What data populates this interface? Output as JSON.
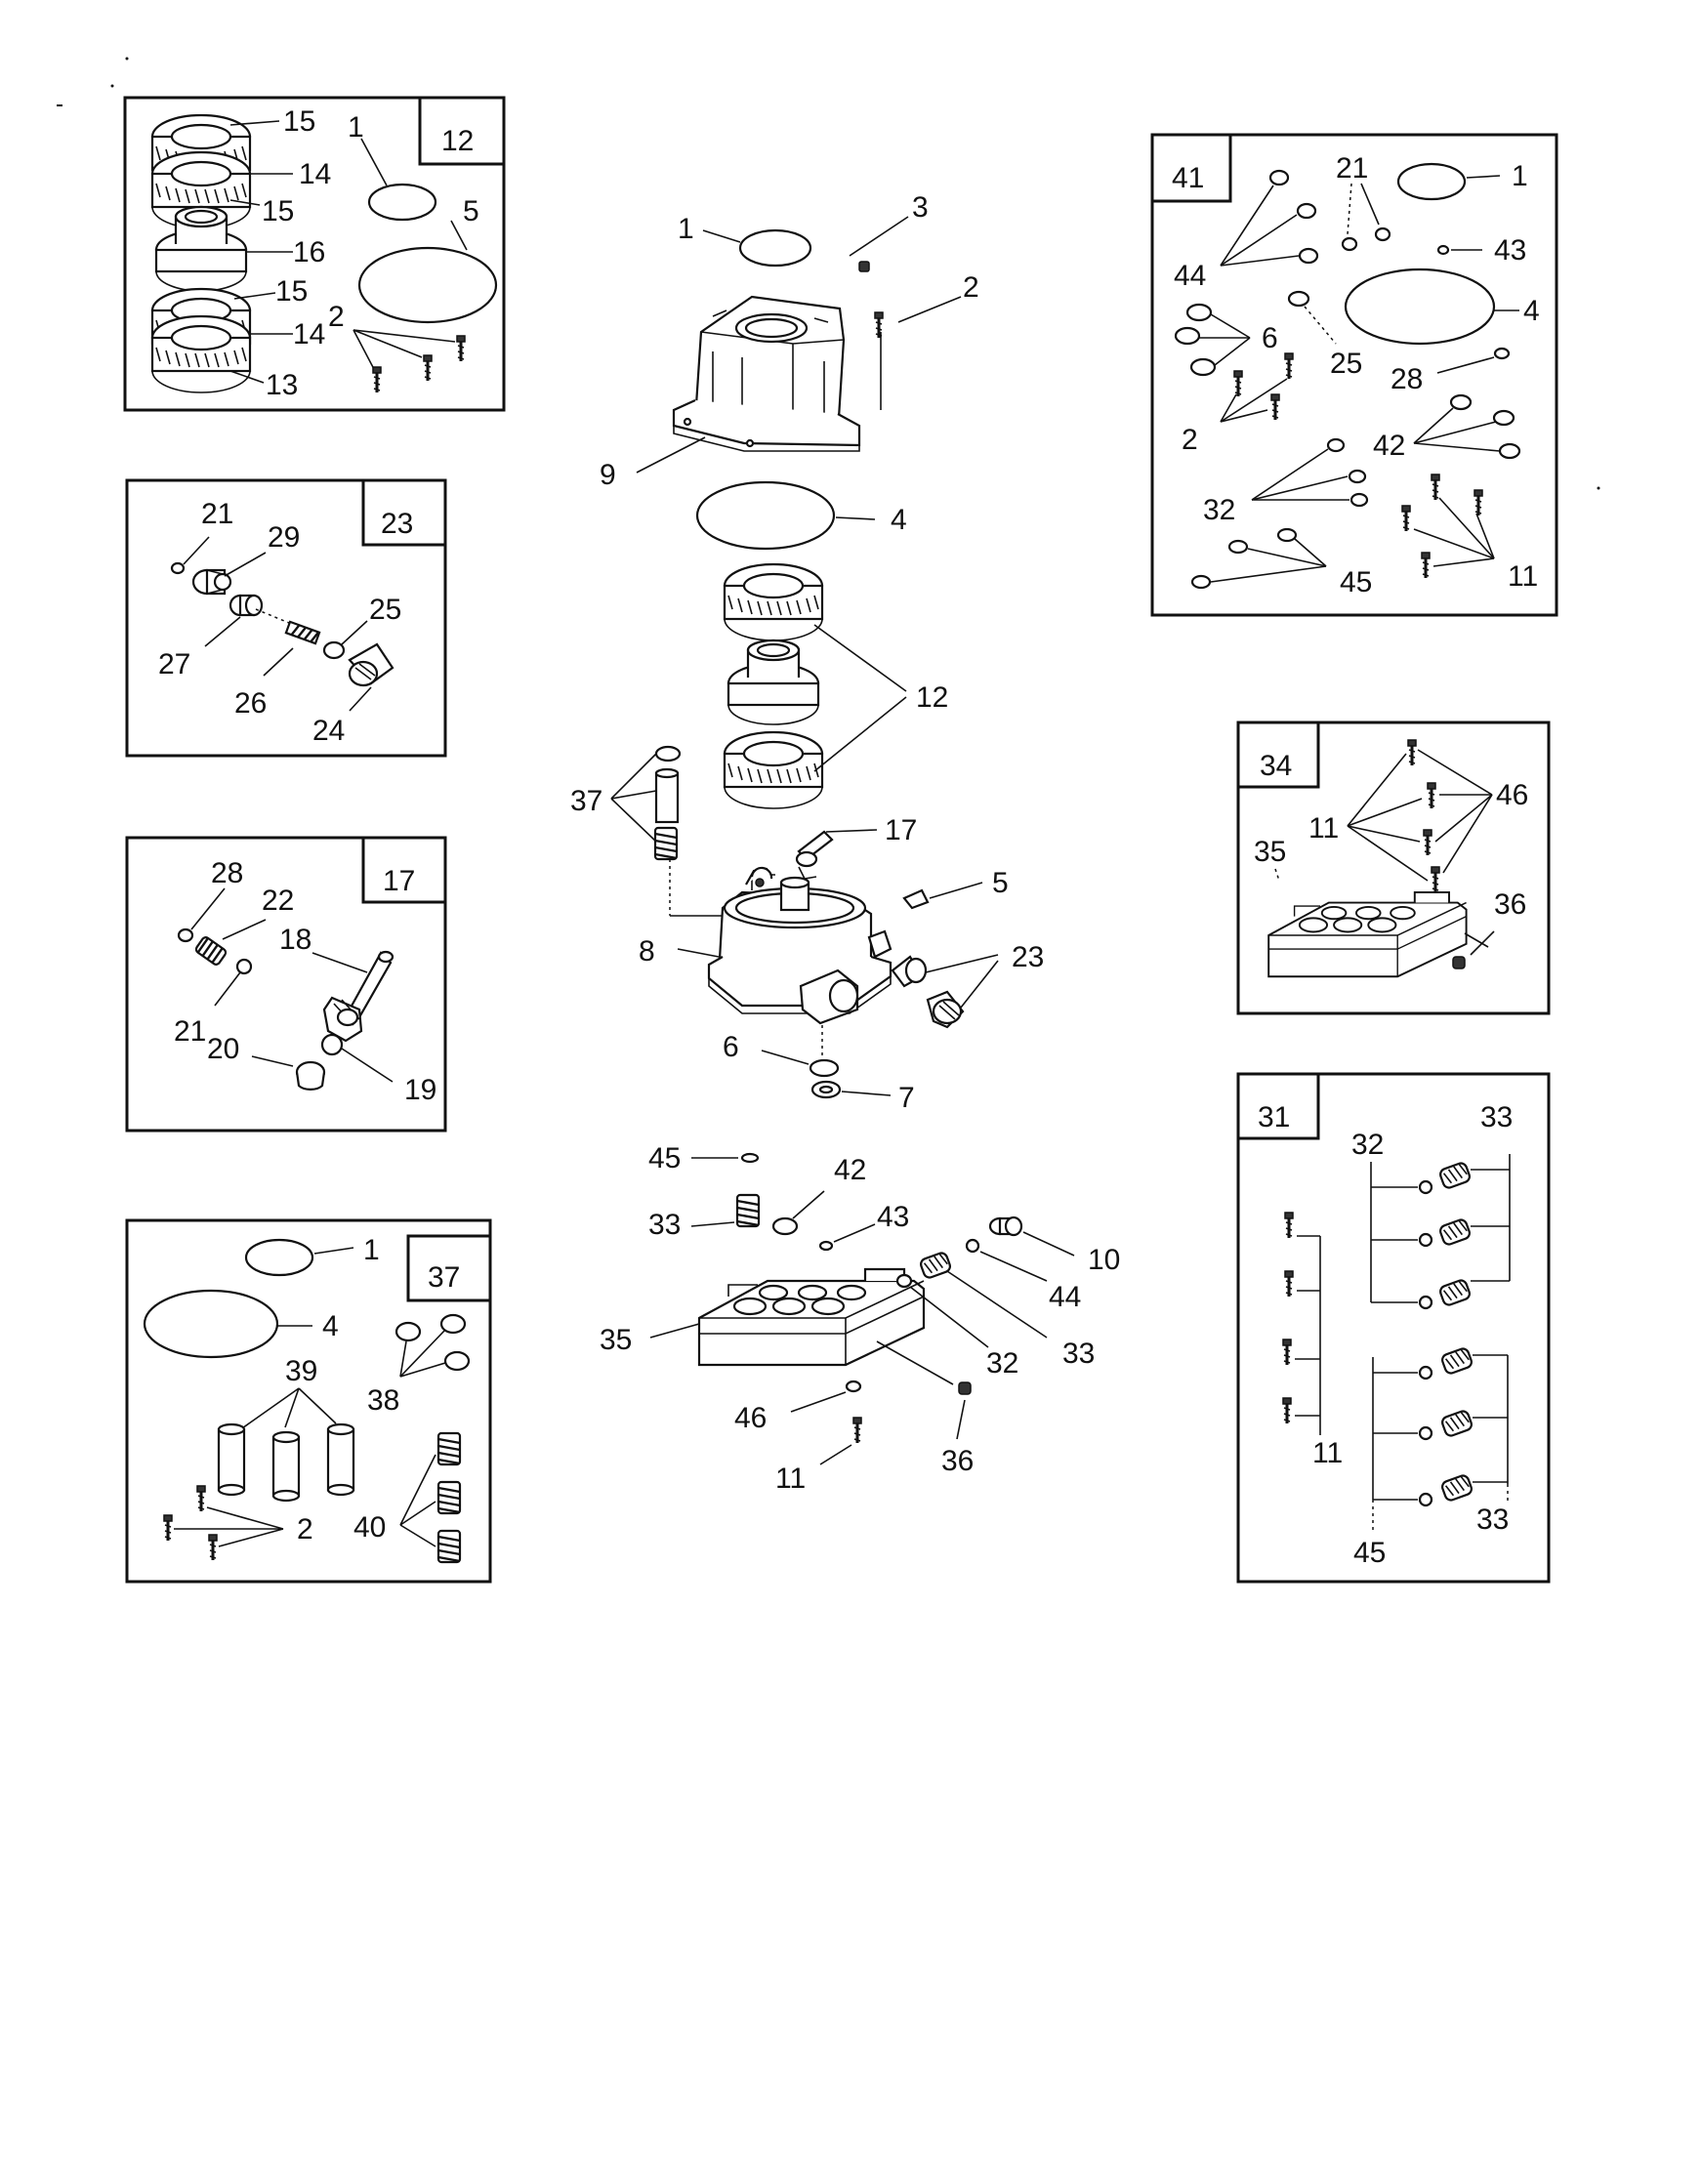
{
  "callouts": {
    "main": {
      "n1": "1",
      "n3": "3",
      "n2": "2",
      "n9": "9",
      "n4": "4",
      "n12": "12",
      "n37": "37",
      "n17": "17",
      "n5": "5",
      "n8": "8",
      "n23": "23",
      "n6": "6",
      "n7": "7",
      "n45": "45",
      "n42": "42",
      "n43": "43",
      "n33a": "33",
      "n10": "10",
      "n44": "44",
      "n33b": "33",
      "n35": "35",
      "n32": "32",
      "n46": "46",
      "n36": "36",
      "n11": "11"
    },
    "kit12": {
      "box": "12",
      "n15a": "15",
      "n14a": "14",
      "n15b": "15",
      "n16": "16",
      "n15c": "15",
      "n14b": "14",
      "n13": "13",
      "n1": "1",
      "n5": "5",
      "n2": "2"
    },
    "kit23": {
      "box": "23",
      "n21": "21",
      "n29": "29",
      "n25": "25",
      "n27": "27",
      "n26": "26",
      "n24": "24"
    },
    "kit17": {
      "box": "17",
      "n28": "28",
      "n22": "22",
      "n18": "18",
      "n21": "21",
      "n20": "20",
      "n19": "19"
    },
    "kit37": {
      "box": "37",
      "n1": "1",
      "n4": "4",
      "n39": "39",
      "n38": "38",
      "n2": "2",
      "n40": "40"
    },
    "kit41": {
      "box": "41",
      "n21": "21",
      "n1": "1",
      "n43": "43",
      "n44": "44",
      "n4": "4",
      "n6": "6",
      "n25": "25",
      "n28": "28",
      "n2": "2",
      "n42": "42",
      "n32": "32",
      "n45": "45",
      "n11": "11"
    },
    "kit34": {
      "box": "34",
      "n46": "46",
      "n11": "11",
      "n35": "35",
      "n36": "36"
    },
    "kit31": {
      "box": "31",
      "n33a": "33",
      "n32": "32",
      "n11": "11",
      "n45": "45",
      "n33b": "33"
    }
  }
}
